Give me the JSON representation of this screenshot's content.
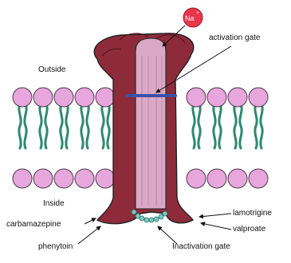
{
  "diagram": {
    "ion": {
      "symbol": "Na",
      "charge": "+"
    },
    "labels": {
      "outside": "Outside",
      "inside": "Inside",
      "activation_gate": "activation gate",
      "inactivation_gate": "Inactivation gate",
      "carbamazepine": "carbamazepine",
      "phenytoin": "phenytoin",
      "lamotrigine": "lamotrigine",
      "valproate": "valproate"
    },
    "colors": {
      "channel": "#8e2b3b",
      "pore": "#d9a9c6",
      "lipid_head": "#e7a6dc",
      "lipid_tail": "#2e8a6e",
      "activation_gate": "#3a52a8",
      "inactivation_gate": "#7ec8c0",
      "ion": "#e8364a",
      "outline": "#222222"
    }
  }
}
